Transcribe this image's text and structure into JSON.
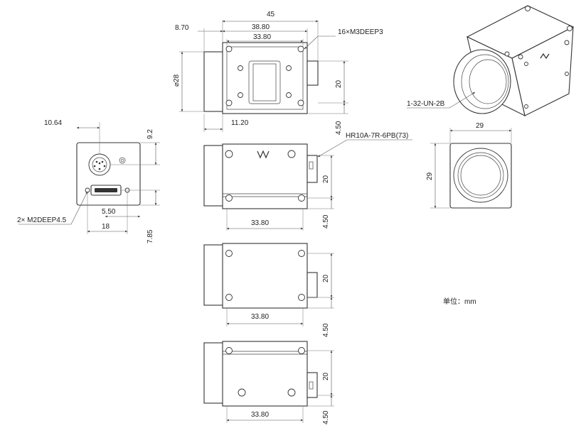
{
  "dimensions": {
    "d45": "45",
    "d8_70": "8.70",
    "d38_80": "38.80",
    "d33_80": "33.80",
    "screw_holes": "16×M3DEEP3",
    "diameter": "⌀28",
    "d20": "20",
    "d11_20": "11.20",
    "d4_50": "4.50",
    "connector": "HR10A-7R-6PB(73)",
    "d10_64": "10.64",
    "d9_2": "9.2",
    "back_holes": "2× M2DEEP4.5",
    "d5_50": "5.50",
    "d18": "18",
    "d7_85": "7.85",
    "mount": "1-32-UN-2B",
    "d29": "29",
    "unit": "单位：mm"
  }
}
